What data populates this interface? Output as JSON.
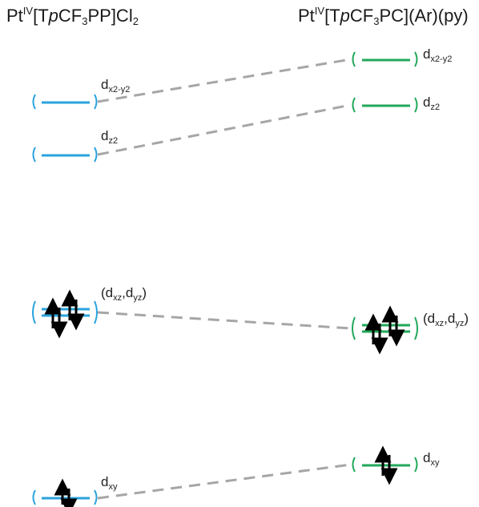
{
  "titles": {
    "left": {
      "pre": "Pt",
      "sup": "IV",
      "mid1": "[T",
      "italic": "p",
      "mid2": "CF",
      "sub1": "3",
      "mid3": "PP]Cl",
      "sub2": "2"
    },
    "right": {
      "pre": "Pt",
      "sup": "IV",
      "mid1": "[T",
      "italic": "p",
      "mid2": "CF",
      "sub1": "3",
      "post": "PC](Ar)(py)"
    }
  },
  "labels": {
    "dx2y2": {
      "base": "d",
      "sub": "x2-y2"
    },
    "dz2": {
      "base": "d",
      "sub": "z2"
    },
    "dxzdyz": {
      "open": "(d",
      "sub1": "xz",
      "comma": ",d",
      "sub2": "yz",
      "close": ")"
    },
    "dxy": {
      "base": "d",
      "sub": "xy"
    }
  },
  "colors": {
    "left_levels": "#2aa3dd",
    "right_levels": "#22a85a",
    "connectors": "#a6a6a6",
    "electrons": "#000000"
  },
  "occupancy": {
    "left": {
      "dx2y2": 0,
      "dz2": 0,
      "dxzdyz": 4,
      "dxy": 2
    },
    "right": {
      "dx2y2": 0,
      "dz2": 0,
      "dxzdyz": 4,
      "dxy": 2
    }
  }
}
